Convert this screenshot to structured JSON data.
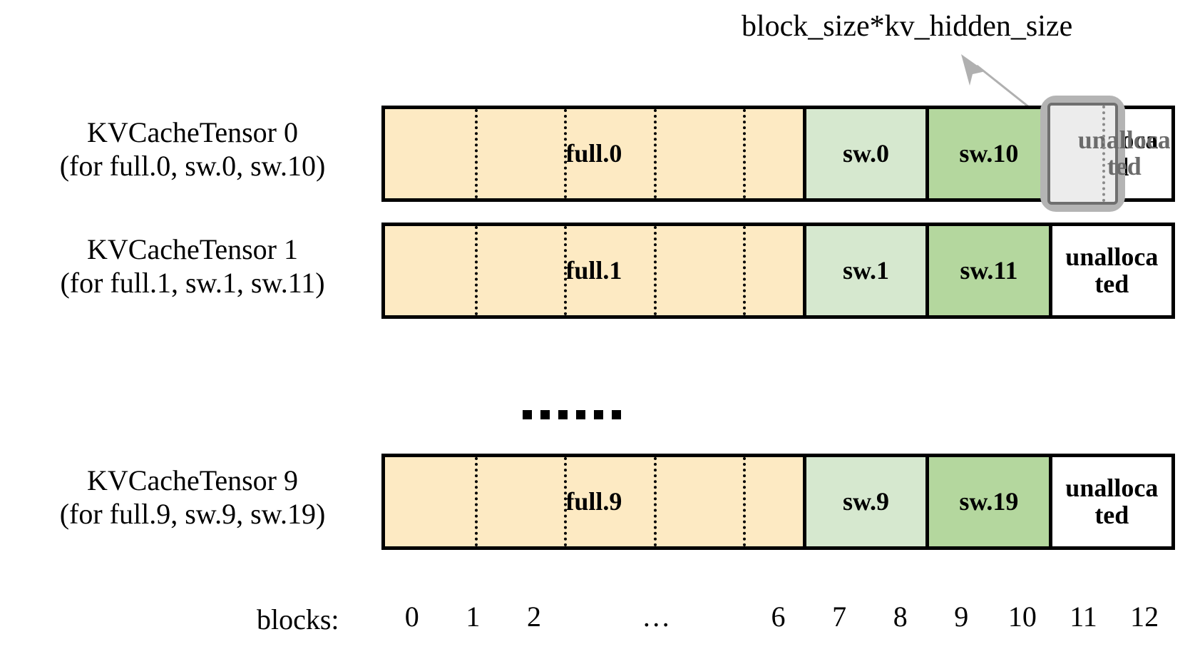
{
  "callout": {
    "label": "block_size*kv_hidden_size",
    "arrow_icon": "arrow-up-right-icon",
    "highlight_block_index": 11,
    "highlight_color": "#b4b4b4",
    "highlight_fill": "#ececec",
    "highlight_text": "unalloca ted"
  },
  "colors": {
    "full": "#fdeac3",
    "sw_light": "#d6e8cf",
    "sw_dark": "#b4d79e",
    "unallocated": "#ffffff",
    "outline": "#000000"
  },
  "rows": [
    {
      "label_line1": "KVCacheTensor 0",
      "label_line2": "(for full.0, sw.0, sw.10)",
      "segments": [
        {
          "name": "full.0",
          "label": "full.0",
          "blocks": 7,
          "style": "full"
        },
        {
          "name": "sw.0",
          "label": "sw.0",
          "blocks": 2,
          "style": "sw_light"
        },
        {
          "name": "sw.10",
          "label": "sw.10",
          "blocks": 2,
          "style": "sw_dark"
        },
        {
          "name": "unallocated",
          "label": "unalloca ted",
          "blocks": 2,
          "style": "unallocated"
        }
      ]
    },
    {
      "label_line1": "KVCacheTensor 1",
      "label_line2": "(for full.1, sw.1, sw.11)",
      "segments": [
        {
          "name": "full.1",
          "label": "full.1",
          "blocks": 7,
          "style": "full"
        },
        {
          "name": "sw.1",
          "label": "sw.1",
          "blocks": 2,
          "style": "sw_light"
        },
        {
          "name": "sw.11",
          "label": "sw.11",
          "blocks": 2,
          "style": "sw_dark"
        },
        {
          "name": "unallocated",
          "label": "unalloca ted",
          "blocks": 2,
          "style": "unallocated"
        }
      ]
    },
    {
      "label_line1": "KVCacheTensor 9",
      "label_line2": "(for full.9, sw.9, sw.19)",
      "segments": [
        {
          "name": "full.9",
          "label": "full.9",
          "blocks": 7,
          "style": "full"
        },
        {
          "name": "sw.9",
          "label": "sw.9",
          "blocks": 2,
          "style": "sw_light"
        },
        {
          "name": "sw.19",
          "label": "sw.19",
          "blocks": 2,
          "style": "sw_dark"
        },
        {
          "name": "unallocated",
          "label": "unalloca ted",
          "blocks": 2,
          "style": "unallocated"
        }
      ]
    }
  ],
  "ellipsis": {
    "dots": 6
  },
  "axis": {
    "title": "blocks:",
    "ticks": [
      "0",
      "1",
      "2",
      "…",
      "6",
      "7",
      "8",
      "9",
      "10",
      "11",
      "12"
    ]
  }
}
